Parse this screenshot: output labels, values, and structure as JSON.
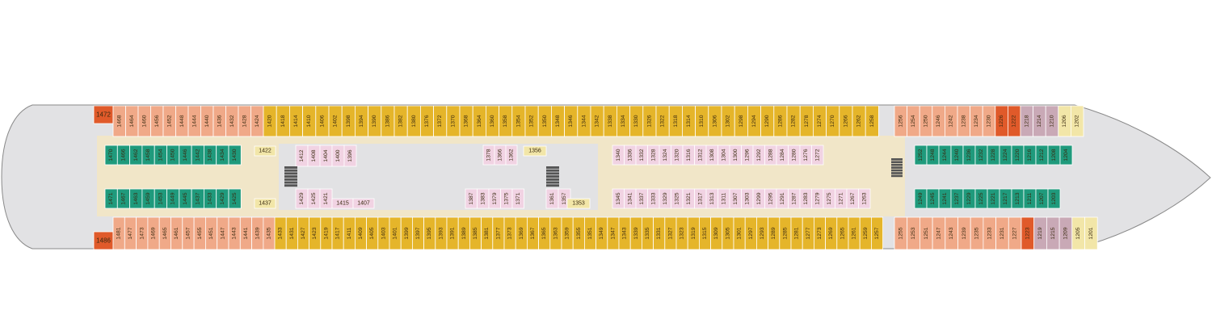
{
  "deck": {
    "colors": {
      "hull": "#e2e2e4",
      "hull_stroke": "#8a8a8a",
      "corridor": "#f1e6c8",
      "balcony": "#e5b52a",
      "ocean_view": "#f0a988",
      "suite": "#e05a2a",
      "interior": "#f1d3e3",
      "interior_green": "#1f9a7c",
      "special": "#c9a9b6",
      "pale_yellow": "#f2e6a8",
      "stairs": "#555555"
    },
    "cabins": {
      "aft_top_corner": "1472",
      "aft_bottom_corner": "1486",
      "aft_top": [
        "1468",
        "1464",
        "1460",
        "1456",
        "1452",
        "1448",
        "1444",
        "1440",
        "1436",
        "1432",
        "1428",
        "1424"
      ],
      "aft_bottom": [
        "1481",
        "1477",
        "1473",
        "1469",
        "1465",
        "1461",
        "1457",
        "1455",
        "1451",
        "1447",
        "1443",
        "1441",
        "1439",
        "1435"
      ],
      "mid_top": [
        "1420",
        "1418",
        "1414",
        "1410",
        "1406",
        "1402",
        "1398",
        "1394",
        "1390",
        "1386",
        "1382",
        "1380",
        "1376",
        "1372",
        "1370",
        "1368",
        "1364",
        "1360",
        "1358",
        "1354",
        "1352",
        "1350",
        "1348",
        "1346",
        "1344",
        "1342",
        "1338",
        "1334",
        "1330",
        "1326",
        "1322",
        "1318",
        "1314",
        "1310",
        "1306",
        "1302",
        "1298",
        "1294",
        "1290",
        "1286",
        "1282",
        "1278",
        "1274",
        "1270",
        "1266",
        "1262",
        "1258"
      ],
      "mid_bottom": [
        "1433",
        "1431",
        "1427",
        "1423",
        "1419",
        "1417",
        "1411",
        "1409",
        "1405",
        "1403",
        "1401",
        "1399",
        "1397",
        "1395",
        "1393",
        "1391",
        "1389",
        "1385",
        "1381",
        "1377",
        "1373",
        "1369",
        "1367",
        "1365",
        "1363",
        "1359",
        "1355",
        "1351",
        "1349",
        "1347",
        "1343",
        "1339",
        "1335",
        "1331",
        "1327",
        "1323",
        "1319",
        "1315",
        "1309",
        "1305",
        "1301",
        "1297",
        "1293",
        "1289",
        "1285",
        "1281",
        "1277",
        "1273",
        "1269",
        "1265",
        "1261",
        "1259",
        "1257"
      ],
      "fwd_top": [
        "1256",
        "1254",
        "1250",
        "1246",
        "1242",
        "1238",
        "1234",
        "1230",
        "1226",
        "1222",
        "1218",
        "1214",
        "1210",
        "1206",
        "1202"
      ],
      "fwd_bottom": [
        "1255",
        "1253",
        "1251",
        "1247",
        "1243",
        "1239",
        "1235",
        "1233",
        "1231",
        "1227",
        "1223",
        "1219",
        "1215",
        "1209",
        "1205",
        "1201"
      ],
      "aft_inner_top": [
        "1470",
        "1466",
        "1462",
        "1458",
        "1454",
        "1450",
        "1446",
        "1442",
        "1438",
        "1434",
        "1430"
      ],
      "aft_inner_bottom": [
        "1471",
        "1467",
        "1463",
        "1459",
        "1453",
        "1449",
        "1445",
        "1437",
        "1433",
        "1429",
        "1425"
      ],
      "mid_inner_a": [
        "1422",
        "1412",
        "1408",
        "1404",
        "1400",
        "1396"
      ],
      "mid_inner_b": [
        "1437",
        "1429",
        "1425",
        "1421",
        "1415",
        "1407"
      ],
      "mid_inner_c": [
        "1378",
        "1366",
        "1362",
        "1356"
      ],
      "mid_inner_d": [
        "1387",
        "1383",
        "1379",
        "1375",
        "1371",
        "1361",
        "1357",
        "1353"
      ],
      "mid_inner_e": [
        "1340",
        "1336",
        "1332",
        "1328",
        "1324",
        "1320",
        "1316",
        "1312",
        "1308",
        "1304",
        "1300",
        "1296",
        "1292",
        "1288",
        "1284",
        "1280",
        "1276",
        "1272"
      ],
      "mid_inner_f": [
        "1345",
        "1341",
        "1337",
        "1333",
        "1329",
        "1325",
        "1321",
        "1317",
        "1313",
        "1311",
        "1307",
        "1303",
        "1299",
        "1295",
        "1291",
        "1287",
        "1283",
        "1279",
        "1275",
        "1271",
        "1267",
        "1263"
      ],
      "fwd_inner_top": [
        "1252",
        "1248",
        "1244",
        "1240",
        "1236",
        "1232",
        "1228",
        "1224",
        "1220",
        "1216",
        "1212",
        "1208",
        "1204"
      ],
      "fwd_inner_bottom": [
        "1249",
        "1245",
        "1241",
        "1237",
        "1229",
        "1225",
        "1221",
        "1217",
        "1213",
        "1211",
        "1207",
        "1203"
      ]
    }
  }
}
